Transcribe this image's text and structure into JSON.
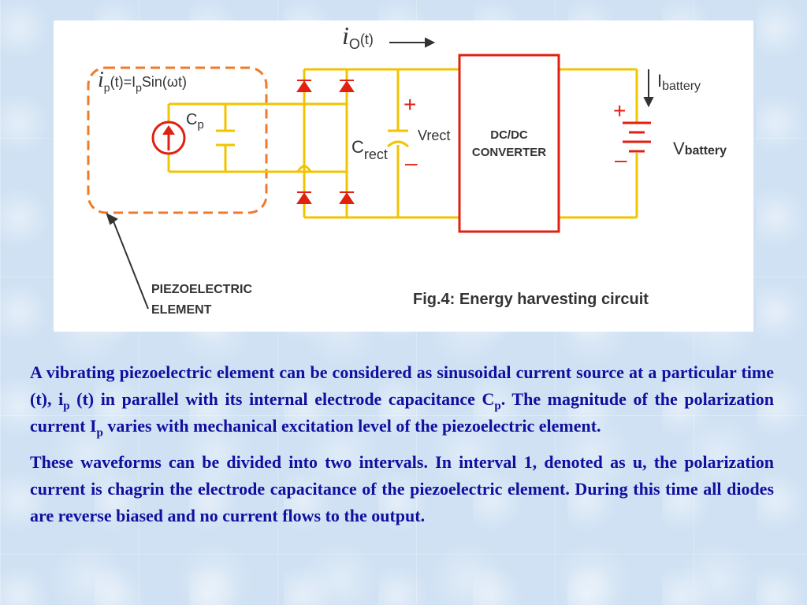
{
  "figure": {
    "caption": "Fig.4: Energy harvesting circuit",
    "labels": {
      "source_i": "i",
      "source_sub": "p",
      "source_rest": "(t)=I",
      "source_sub2": "p",
      "source_func": "Sin(ωt)",
      "cp": "C",
      "cp_sub": "p",
      "io": "i",
      "io_sub": "O",
      "io_rest": "(t)",
      "crect": "C",
      "crect_sub": "rect",
      "vrect": "V",
      "vrect_sub": "rect",
      "plus": "+",
      "minus": "–",
      "converter_line1": "DC/DC",
      "converter_line2": "CONVERTER",
      "ibattery": "I",
      "ibattery_sub": "battery",
      "vbattery": "V",
      "vbattery_sub": "battery",
      "piezo_line1": "PIEZOELECTRIC",
      "piezo_line2": "ELEMENT"
    },
    "colors": {
      "wire": "#f2c400",
      "component": "#e02010",
      "dashed": "#f07a2a",
      "text": "#333333"
    }
  },
  "paragraphs": {
    "p1_a": "A vibrating piezoelectric element can be considered as sinusoidal current source at a particular time (t), i",
    "p1_sub1": "p",
    "p1_b": " (t) in parallel with its internal electrode capacitance C",
    "p1_sub2": "p",
    "p1_c": ". The magnitude of the polarization current I",
    "p1_sub3": "p",
    "p1_d": " varies with mechanical excitation level of the piezoelectric element.",
    "p2": "These waveforms can be divided into two intervals. In interval 1, denoted as u, the polarization current is chagrin the electrode capacitance of the piezoelectric element. During this time all diodes are reverse biased and no current flows to the output."
  }
}
